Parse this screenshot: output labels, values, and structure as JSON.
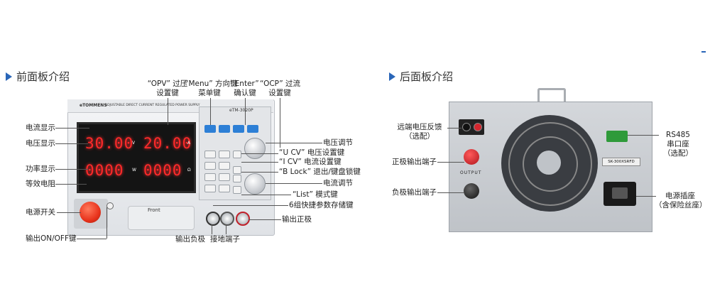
{
  "sections": {
    "front_title": "前面板介绍",
    "rear_title": "后面板介绍"
  },
  "front_labels": {
    "opv": "“OPV” 过压",
    "opv2": "设置键",
    "menu": "“Menu” 方向键",
    "menu2": "菜单键",
    "enter": "“Enter”",
    "enter2": "确认键",
    "ocp": "“OCP” 过流",
    "ocp2": "设置键",
    "current_display": "电流显示",
    "voltage_display": "电压显示",
    "power_display": "功率显示",
    "equiv_resistance": "等效电阻",
    "power_switch": "电源开关",
    "output_onoff": "输出ON/OFF键",
    "voltage_adjust": "电压调节",
    "ucv": "“U CV” 电压设置键",
    "icv": "“I CV” 电流设置键",
    "block": "“B Lock” 退出/键盘锁键",
    "current_adjust": "电流调节",
    "list": "“List” 模式键",
    "presets": "6组快捷参数存储键",
    "output_positive": "输出正极",
    "output_negative": "输出负极",
    "ground": "接地端子"
  },
  "rear_labels": {
    "remote_sense": "远端电压反馈",
    "remote_sense2": "（选配）",
    "positive_out": "正极输出端子",
    "negative_out": "负极输出端子",
    "rs485": "RS485",
    "rs485_2": "串口座",
    "rs485_3": "（选配）",
    "power_socket": "电源插座",
    "power_socket2": "（含保险丝座）"
  },
  "device": {
    "model": "eTM-3020P",
    "brand_left": "eTOMMENS",
    "header_text": "ADJUSTABLE DIRECT CURRENT REGULATED POWER SUPPLY",
    "display_v": "30.00",
    "display_a": "20.00",
    "display_w": "0000",
    "display_r": "0000",
    "unit_v": "V",
    "unit_a": "A",
    "unit_w": "W",
    "unit_r": "Ω",
    "front_label": "Front",
    "output_text": "OUTPUT",
    "rear_sticker": "SK-300XSRFD"
  },
  "colors": {
    "accent": "#2a66b8",
    "led": "#ff2a2a",
    "power_button": "#e8331c"
  }
}
